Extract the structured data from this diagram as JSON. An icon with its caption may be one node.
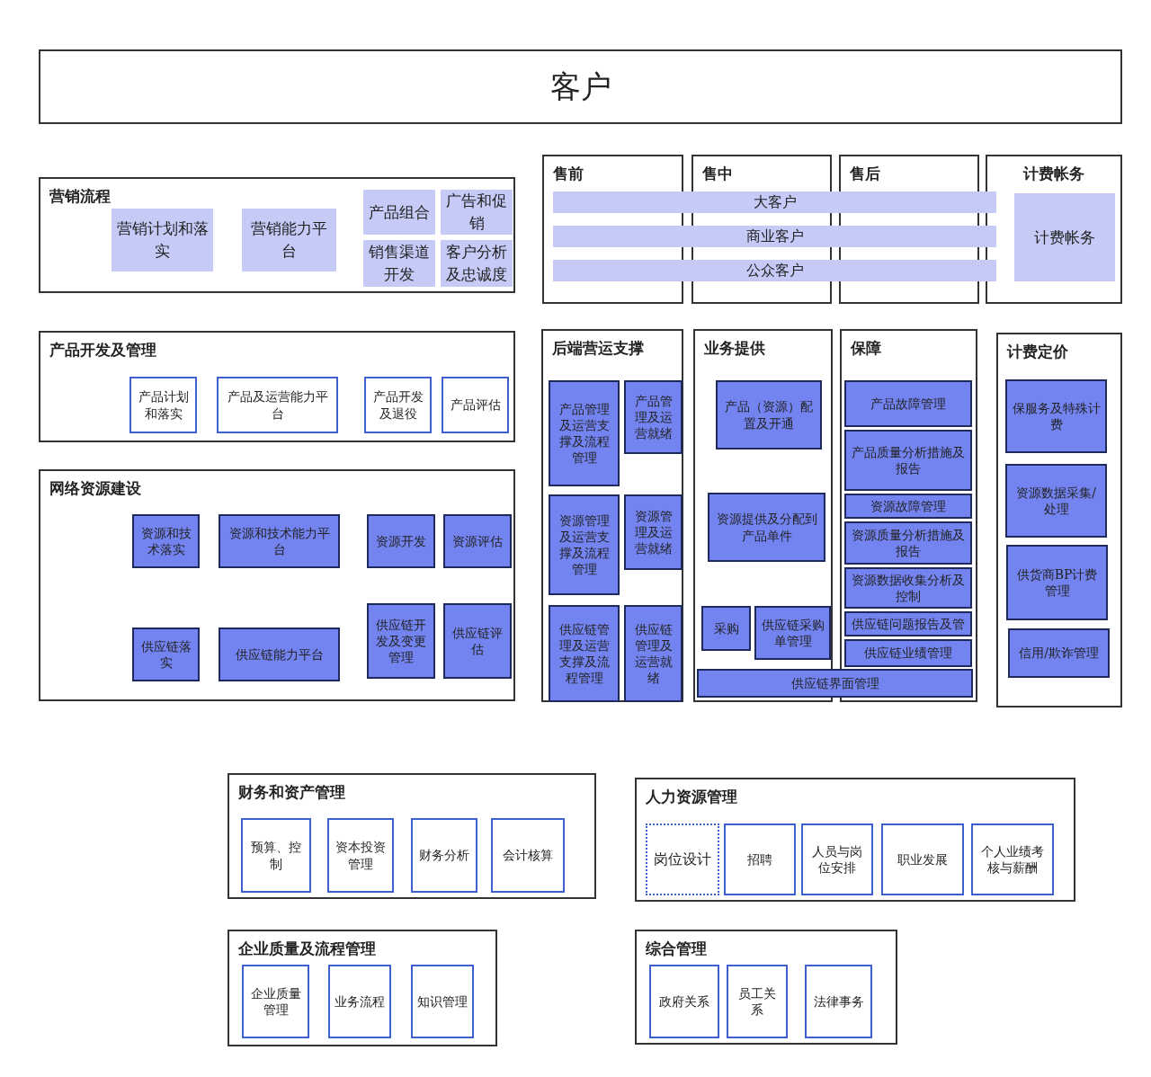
{
  "diagram": {
    "nodes": [
      {
        "text": [
          "客户"
        ]
      },
      {
        "text": [
          "营销流程"
        ]
      },
      {
        "text": [
          "营销计划和落实"
        ],
        "in": 1
      },
      {
        "text": [
          "营销能力平台"
        ],
        "in": 1
      },
      {
        "text": [
          "产品组合"
        ],
        "in": 1
      },
      {
        "text": [
          "广告和促销"
        ],
        "in": 1
      },
      {
        "text": [
          "销售渠道开发"
        ],
        "in": 1
      },
      {
        "text": [
          "客户分析及忠诚度"
        ],
        "in": 1
      },
      {
        "text": [
          "产品开发及管理"
        ]
      },
      {
        "text": [
          "产品计划和落实"
        ],
        "in": 8
      },
      {
        "text": [
          "产品及运营能力平台"
        ],
        "in": 8
      },
      {
        "text": [
          "产品开发及退役"
        ],
        "in": 8
      },
      {
        "text": [
          "产品评估"
        ],
        "in": 8
      },
      {
        "text": [
          "网络资源建设"
        ]
      },
      {
        "text": [
          "资源和技术落实"
        ],
        "in": 13
      },
      {
        "text": [
          "资源和技术能力平台"
        ],
        "in": 13
      },
      {
        "text": [
          "资源开发"
        ],
        "in": 13
      },
      {
        "text": [
          "资源评估"
        ],
        "in": 13
      },
      {
        "text": [
          "供应链落实"
        ],
        "in": 13
      },
      {
        "text": [
          "供应链能力平台"
        ],
        "in": 13
      },
      {
        "text": [
          "供应链开发及变更管理"
        ],
        "in": 13
      },
      {
        "text": [
          "供应链评估"
        ],
        "in": 13
      },
      {
        "text": [
          "售前"
        ]
      },
      {
        "text": [
          "售中"
        ]
      },
      {
        "text": [
          "售后"
        ]
      },
      {
        "text": [
          "计费帐务"
        ]
      },
      {
        "text": [
          "计费帐务"
        ],
        "in": 25
      },
      {
        "text": [
          "大客户"
        ]
      },
      {
        "text": [
          "商业客户"
        ]
      },
      {
        "text": [
          "公众客户"
        ]
      },
      {
        "text": [
          "后端营运支撑"
        ]
      },
      {
        "text": [
          "产品管理及运营支撑及流程管理"
        ],
        "in": 30
      },
      {
        "text": [
          "产品管理及运营就绪"
        ],
        "in": 30
      },
      {
        "text": [
          "资源管理及运营支撑及流程管理"
        ],
        "in": 30
      },
      {
        "text": [
          "资源管理及运营就绪"
        ],
        "in": 30
      },
      {
        "text": [
          "供应链管理及运营支撑及流程管理"
        ],
        "in": 30
      },
      {
        "text": [
          "供应链管理及运营就绪"
        ],
        "in": 30
      },
      {
        "text": [
          "业务提供"
        ]
      },
      {
        "text": [
          "产品（资源）配置及开通"
        ],
        "in": 37
      },
      {
        "text": [
          "资源提供及分配到产品单件"
        ],
        "in": 37
      },
      {
        "text": [
          "采购"
        ],
        "in": 37
      },
      {
        "text": [
          "供应链采购单管理"
        ],
        "in": 37
      },
      {
        "text": [
          "保障"
        ]
      },
      {
        "text": [
          "产品故障管理"
        ],
        "in": 42
      },
      {
        "text": [
          "产品质量分析措施及报告"
        ],
        "in": 42
      },
      {
        "text": [
          "资源故障管理"
        ],
        "in": 42
      },
      {
        "text": [
          "资源质量分析措施及报告"
        ],
        "in": 42
      },
      {
        "text": [
          "资源数据收集分析及控制"
        ],
        "in": 42
      },
      {
        "text": [
          "供应链问题报告及管"
        ],
        "in": 42
      },
      {
        "text": [
          "供应链业绩管理"
        ],
        "in": 42
      },
      {
        "text": [
          "供应链界面管理"
        ]
      },
      {
        "text": [
          "计费定价"
        ]
      },
      {
        "text": [
          "保服务及特殊计费"
        ],
        "in": 51
      },
      {
        "text": [
          "资源数据采集/处理"
        ],
        "in": 51
      },
      {
        "text": [
          "供货商BP计费管理"
        ],
        "in": 51
      },
      {
        "text": [
          "信用/欺诈管理"
        ],
        "in": 51
      },
      {
        "text": [
          "财务和资产管理"
        ]
      },
      {
        "text": [
          "预算、控制"
        ],
        "in": 56
      },
      {
        "text": [
          "资本投资管理"
        ],
        "in": 56
      },
      {
        "text": [
          "财务分析"
        ],
        "in": 56
      },
      {
        "text": [
          "会计核算"
        ],
        "in": 56
      },
      {
        "text": [
          "人力资源管理"
        ]
      },
      {
        "text": [
          "岗位设计"
        ],
        "in": 61
      },
      {
        "text": [
          "招聘"
        ],
        "in": 61
      },
      {
        "text": [
          "人员与岗位安排"
        ],
        "in": 61
      },
      {
        "text": [
          "职业发展"
        ],
        "in": 61
      },
      {
        "text": [
          "个人业绩考核与薪酬"
        ],
        "in": 61
      },
      {
        "text": [
          "企业质量及流程管理"
        ]
      },
      {
        "text": [
          "企业质量管理"
        ],
        "in": 67
      },
      {
        "text": [
          "业务流程"
        ],
        "in": 67
      },
      {
        "text": [
          "知识管理"
        ],
        "in": 67
      },
      {
        "text": [
          "综合管理"
        ]
      },
      {
        "text": [
          "政府关系"
        ],
        "in": 71
      },
      {
        "text": [
          "员工关系"
        ],
        "in": 71
      },
      {
        "text": [
          "法律事务"
        ],
        "in": 71
      }
    ]
  }
}
